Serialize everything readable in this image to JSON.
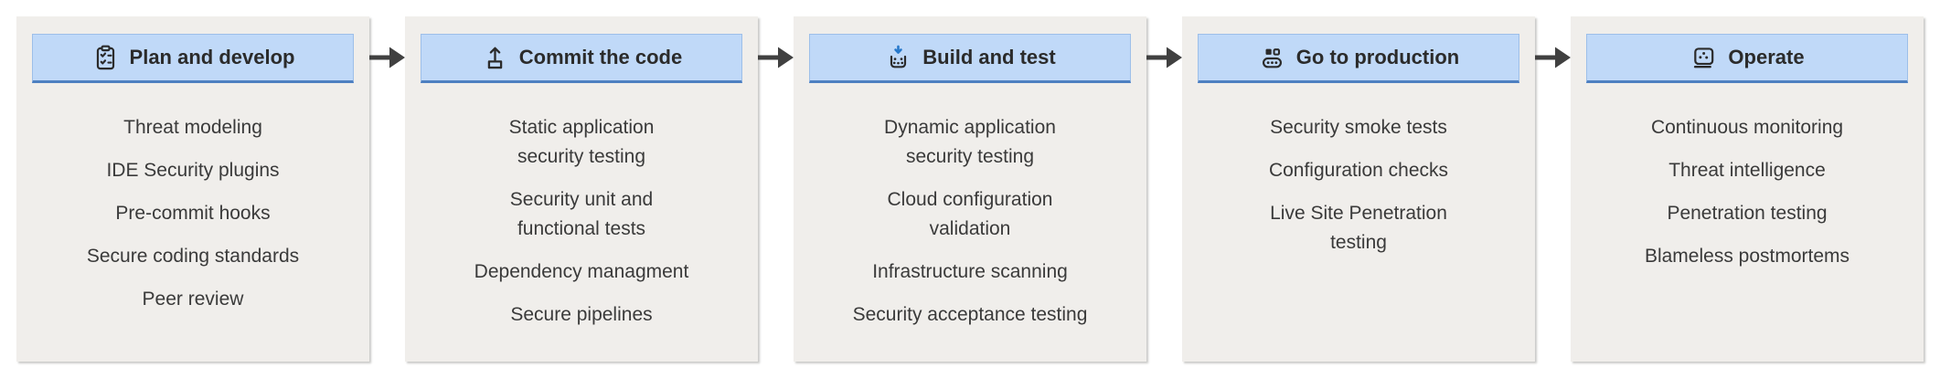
{
  "colors": {
    "header_bg": "#c0d9f8",
    "header_border": "#9dbfe9",
    "header_underline": "#4e80c1",
    "panel_bg": "#f0eeeb",
    "text": "#3a3a3a",
    "arrow": "#404040",
    "build_arrow_blue": "#2779cb"
  },
  "connector": {
    "icon": "arrow-right-icon"
  },
  "stages": [
    {
      "label": "Plan and develop",
      "icon": "clipboard-checklist-icon",
      "items": [
        "Threat modeling",
        "IDE Security plugins",
        "Pre-commit hooks",
        "Secure coding standards",
        "Peer review"
      ]
    },
    {
      "label": "Commit the code",
      "icon": "upload-icon",
      "items": [
        "Static application\nsecurity testing",
        "Security unit and\nfunctional tests",
        "Dependency managment",
        "Secure pipelines"
      ]
    },
    {
      "label": "Build and test",
      "icon": "build-container-icon",
      "items": [
        "Dynamic application\nsecurity testing",
        "Cloud configuration\nvalidation",
        "Infrastructure scanning",
        "Security acceptance testing"
      ]
    },
    {
      "label": "Go to production",
      "icon": "conveyor-belt-icon",
      "items": [
        "Security smoke tests",
        "Configuration checks",
        "Live Site Penetration\ntesting"
      ]
    },
    {
      "label": "Operate",
      "icon": "operate-monitor-icon",
      "items": [
        "Continuous monitoring",
        "Threat intelligence",
        "Penetration testing",
        "Blameless postmortems"
      ]
    }
  ]
}
